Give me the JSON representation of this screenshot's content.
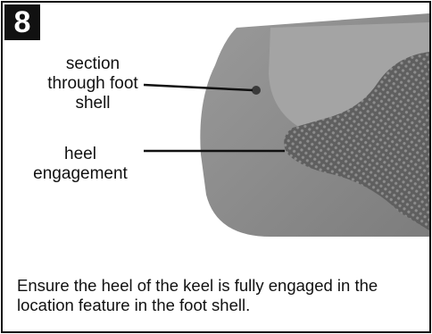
{
  "step": {
    "number": "8"
  },
  "callouts": {
    "section": {
      "lines": [
        "section",
        "through foot",
        "shell"
      ]
    },
    "heel": {
      "lines": [
        "heel",
        "engagement"
      ]
    }
  },
  "instruction": {
    "text": "Ensure the heel of the keel is fully engaged in the location feature in the foot shell."
  },
  "colors": {
    "border": "#111111",
    "shell_outer": "#8a8a8a",
    "shell_inner": "#9e9e9e",
    "keel_knit": "#6a6a6a"
  }
}
